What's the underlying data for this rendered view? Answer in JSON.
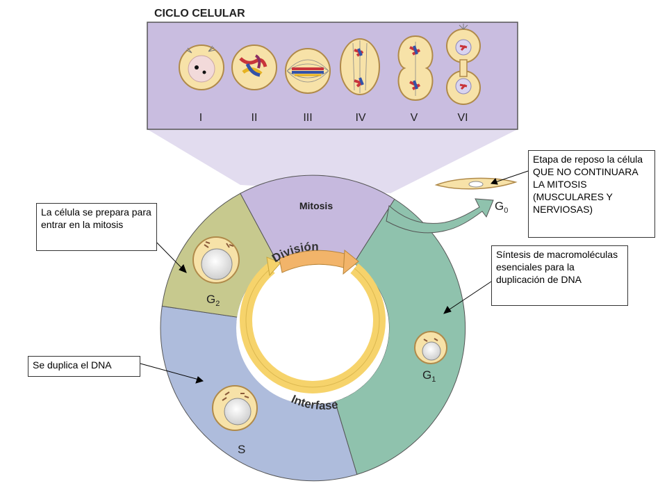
{
  "title": "CICLO CELULAR",
  "stages": [
    "I",
    "II",
    "III",
    "IV",
    "V",
    "VI"
  ],
  "phases": {
    "mitosis": "Mitosis",
    "g2_letter": "G",
    "g2_sub": "2",
    "s": "S",
    "g1_letter": "G",
    "g1_sub": "1",
    "g0_letter": "G",
    "g0_sub": "0"
  },
  "inner_ring": {
    "top": "División",
    "bottom": "Interfase"
  },
  "notes": {
    "g2": "La célula se prepara para entrar en la mitosis",
    "s": "Se duplica el DNA",
    "g1": "Síntesis de macromoléculas esenciales para la duplicación de DNA",
    "g0": "Etapa de reposo la célula QUE NO CONTINUARA LA MITOSIS (MUSCULARES Y NERVIOSAS)"
  },
  "colors": {
    "mitosis": "#c6b9de",
    "g2": "#c7c98e",
    "s": "#aebcdc",
    "g1": "#8fc2ad",
    "ring": "#f6d36b",
    "division_arrow": "#f2b46a",
    "cell": "#f7e2a8",
    "panel": "#c9bde0"
  }
}
